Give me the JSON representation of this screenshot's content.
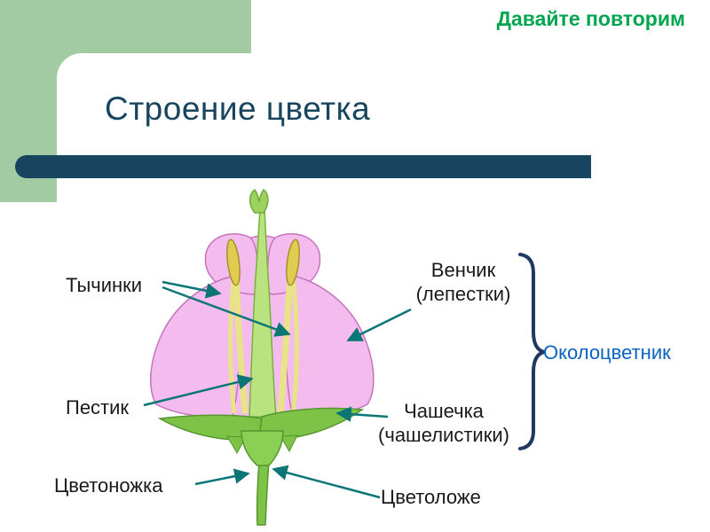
{
  "slide": {
    "badge": "Давайте повторим",
    "title": "Строение цветка"
  },
  "labels": {
    "stamens": "Тычинки",
    "pistil": "Пестик",
    "pedicel": "Цветоножка",
    "corolla": "Венчик\n(лепестки)",
    "calyx": "Чашечка\n(чашелистики)",
    "receptacle": "Цветоложе",
    "perianth": "Околоцветник"
  },
  "colors": {
    "accent_green": "#00a64f",
    "title_teal": "#17455f",
    "perianth_blue": "#0b62c0",
    "arrow_teal": "#0c7575",
    "label_text": "#1a1a1a",
    "sidebar_green": "#a3cba3",
    "petal_pink": "#f4bcee",
    "petal_edge": "#c673bc",
    "stamen_yellow": "#e9e388",
    "anther_gold": "#e0cc4e",
    "pistil_green": "#b9e37e",
    "sepal_green": "#7dc348",
    "sepal_edge": "#56962f",
    "brace_navy": "#203864"
  }
}
